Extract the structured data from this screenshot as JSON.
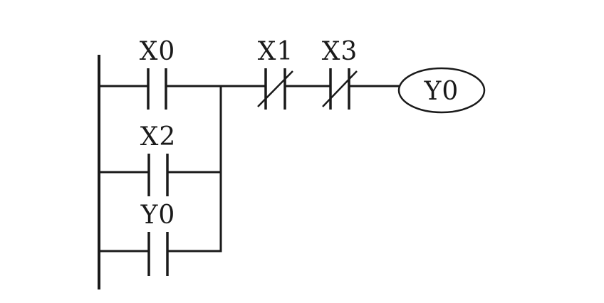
{
  "diagram": {
    "type": "ladder-logic",
    "colors": {
      "line": "#1a1a1a",
      "background": "#ffffff"
    },
    "contacts": [
      {
        "id": "x0",
        "label": "X0",
        "kind": "normally-open"
      },
      {
        "id": "x2",
        "label": "X2",
        "kind": "normally-open"
      },
      {
        "id": "y0-seal",
        "label": "Y0",
        "kind": "normally-open"
      },
      {
        "id": "x1",
        "label": "X1",
        "kind": "normally-closed"
      },
      {
        "id": "x3",
        "label": "X3",
        "kind": "normally-closed"
      }
    ],
    "coil": {
      "id": "y0-coil",
      "label": "Y0"
    }
  }
}
